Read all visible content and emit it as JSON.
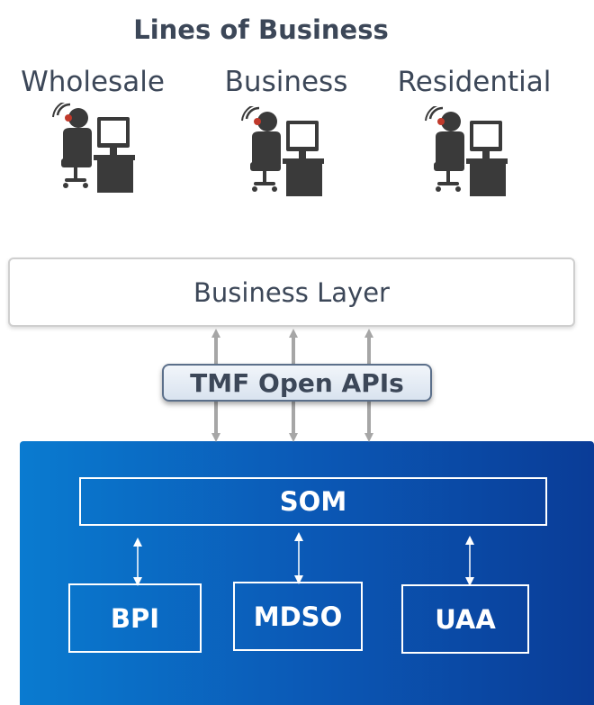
{
  "title": "Lines of Business",
  "lines_of_business": [
    {
      "label": "Wholesale"
    },
    {
      "label": "Business"
    },
    {
      "label": "Residential"
    }
  ],
  "business_layer": {
    "label": "Business Layer"
  },
  "api": {
    "label": "TMF Open APIs"
  },
  "platform": {
    "som": {
      "label": "SOM"
    },
    "modules": [
      {
        "label": "BPI"
      },
      {
        "label": "MDSO"
      },
      {
        "label": "UAA"
      }
    ]
  },
  "colors": {
    "text": "#3c4758",
    "platform_gradient_start": "#0a7bd0",
    "platform_gradient_end": "#0a3c97",
    "arrow_gray": "#a6a6a6"
  },
  "icons": [
    "call-center-agent-icon"
  ]
}
